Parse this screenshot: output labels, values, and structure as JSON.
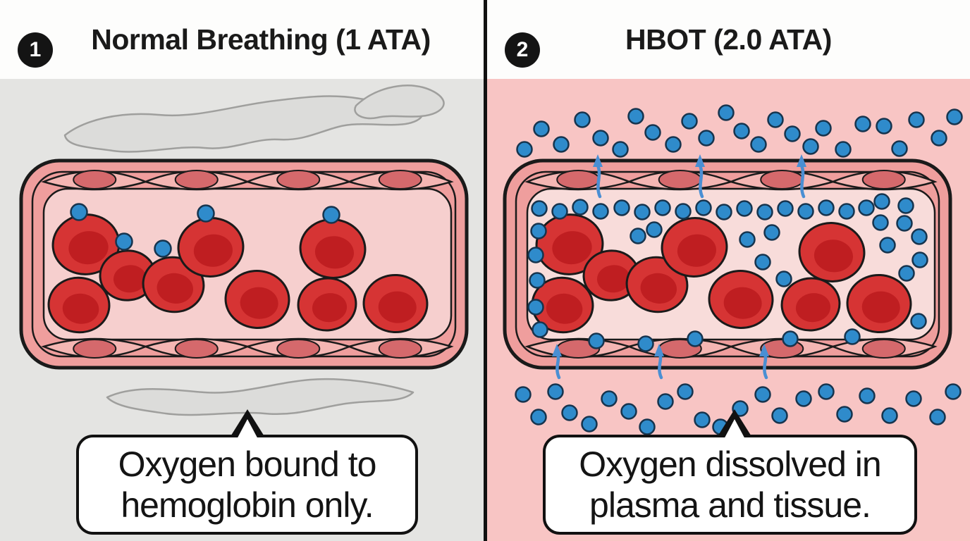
{
  "header": {
    "left": {
      "badge": "1",
      "title": "Normal Breathing (1 ATA)"
    },
    "right": {
      "badge": "2",
      "title": "HBOT (2.0 ATA)"
    }
  },
  "captions": {
    "left": {
      "line1": "Oxygen bound to",
      "line2": "hemoglobin only."
    },
    "right": {
      "line1": "Oxygen dissolved in",
      "line2": "plasma and tissue."
    }
  },
  "colors": {
    "outline": "#1a1a1a",
    "divider": "#111111",
    "header_bg": "#fdfdfc",
    "left_bg": "#e4e4e2",
    "right_bg": "#f8c5c4",
    "wall": "#ef9e9d",
    "endothelium": "#f4b6b3",
    "nucleus": "#d5696c",
    "lumen_left": "#f6cfce",
    "lumen_right": "#f8dcda",
    "rbc": "#d63434",
    "rbc_dark": "#bf1e21",
    "oxygen": "#2f8bcb",
    "oxygen_edge": "#16344e",
    "arrow": "#4a8fd3",
    "tissue_fill": "#dcdcda",
    "tissue_edge": "#9f9f9d",
    "badge_bg": "#141414",
    "badge_text": "#ffffff",
    "title_text": "#1a1a1a",
    "caption_text": "#141414",
    "bubble_bg": "#ffffff",
    "bubble_border": "#111111"
  }
}
